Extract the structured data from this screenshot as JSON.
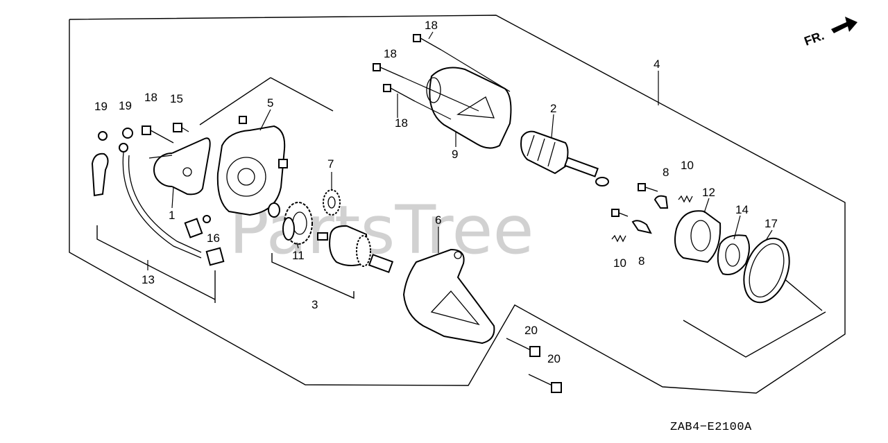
{
  "watermark": "PartsTree",
  "direction_label": "FR.",
  "diagram_code": "ZAB4−E2100A",
  "callouts": {
    "c1": "1",
    "c2": "2",
    "c3": "3",
    "c4": "4",
    "c5": "5",
    "c6": "6",
    "c7": "7",
    "c8a": "8",
    "c8b": "8",
    "c9": "9",
    "c10a": "10",
    "c10b": "10",
    "c11": "11",
    "c12": "12",
    "c13": "13",
    "c14": "14",
    "c15": "15",
    "c16": "16",
    "c17": "17",
    "c18a": "18",
    "c18b": "18",
    "c18c": "18",
    "c18d": "18",
    "c19a": "19",
    "c19b": "19",
    "c20a": "20",
    "c20b": "20"
  }
}
